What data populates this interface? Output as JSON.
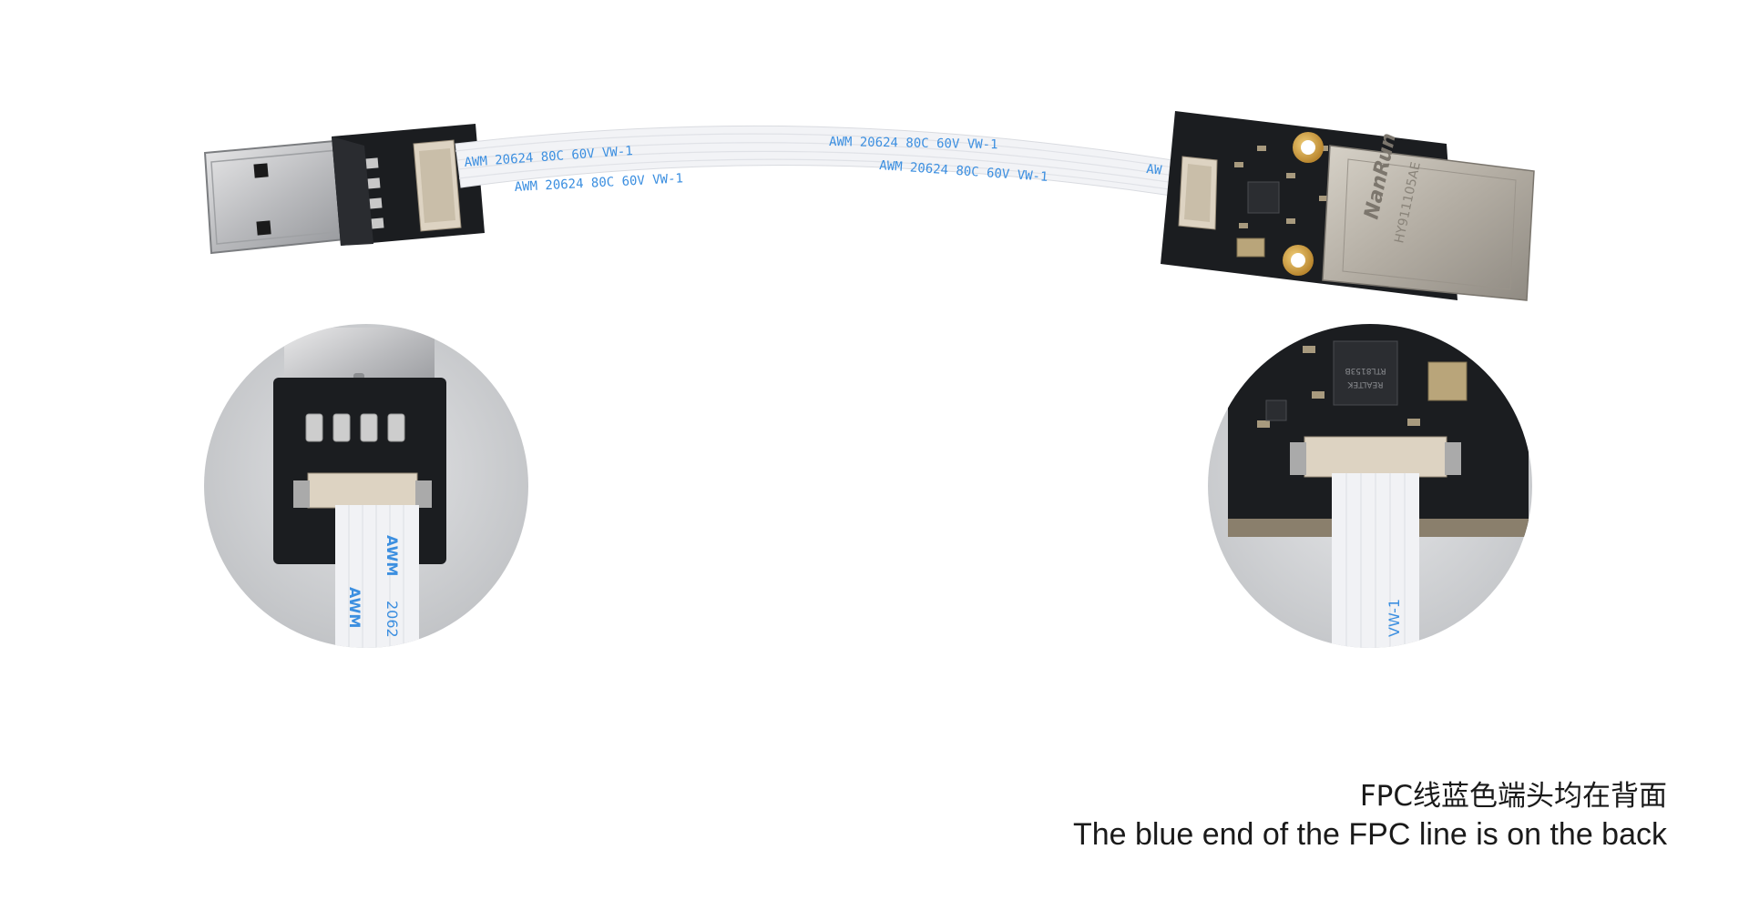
{
  "cable": {
    "print_text": "AWM  20624  80C  60V  VW-1",
    "print_text_partial": "AW",
    "print_color": "#3c8fe0"
  },
  "module": {
    "brand": "NanRun",
    "part_number": "HY911105AE"
  },
  "chip": {
    "maker": "REALTEK",
    "part": "RTL8153B"
  },
  "zoom_left": {
    "print_word": "AWM",
    "print_number": "2062"
  },
  "zoom_right": {
    "print_text": "VW-1"
  },
  "caption": {
    "chinese": "FPC线蓝色端头均在背面",
    "english": "The blue end of the FPC line is on the back"
  },
  "colors": {
    "pcb": "#1b1d20",
    "ribbon": "#f2f3f6",
    "zoom_background": "#cfd1d3",
    "caption_text": "#1a1a1a"
  }
}
